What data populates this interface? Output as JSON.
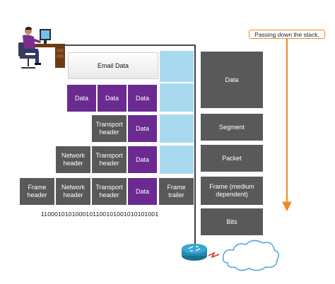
{
  "callout": {
    "text": "Passing down the stack."
  },
  "encapsulation": {
    "email_data": "Email Data",
    "data": "Data",
    "transport_header": "Transport header",
    "network_header": "Network header",
    "frame_header": "Frame header",
    "frame_trailer": "Frame trailer"
  },
  "pdu_labels": {
    "data": "Data",
    "segment": "Segment",
    "packet": "Packet",
    "frame": "Frame (medium dependent)",
    "bits": "Bits"
  },
  "bitstream": "1100010101000101100101001010101001",
  "colors": {
    "dark_gray": "#595959",
    "purple": "#6a2a90",
    "light_blue": "#a9d9ee",
    "orange": "#f08a24"
  },
  "icons": [
    "person-at-computer-icon",
    "router-icon",
    "cloud-icon"
  ]
}
